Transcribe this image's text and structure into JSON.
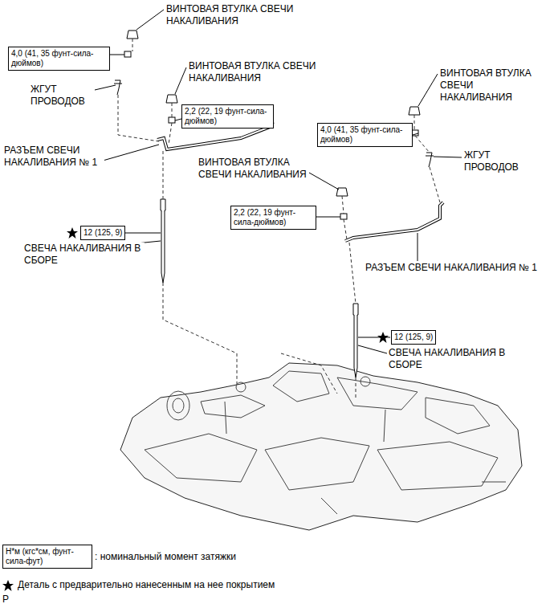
{
  "diagram": {
    "nodes": [
      {
        "text": [
          "4,0 (41, 35 фунт-сила-дюймов)"
        ]
      },
      {
        "text": [
          "2,2 (22, 19 фунт-сила-дюймов)"
        ]
      },
      {
        "text": [
          "4,0 (41, 35 фунт-сила-дюймов)"
        ]
      },
      {
        "text": [
          "2,2 (22, 19 фунт-сила-дюймов)"
        ]
      },
      {
        "text": [
          "12 (125, 9)"
        ]
      },
      {
        "text": [
          "12 (125, 9)"
        ]
      },
      {
        "text": [
          "Н*м (кгс*см, фунт-сила-фут)"
        ]
      }
    ],
    "labels": [
      "ВИНТОВАЯ ВТУЛКА СВЕЧИ НАКАЛИВАНИЯ",
      "ЖГУТ ПРОВОДОВ",
      "ВИНТОВАЯ ВТУЛКА СВЕЧИ НАКАЛИВАНИЯ",
      "ВИНТОВАЯ ВТУЛКА СВЕЧИ НАКАЛИВАНИЯ",
      "РАЗЪЕМ СВЕЧИ НАКАЛИВАНИЯ № 1",
      "ЖГУТ ПРОВОДОВ",
      "ВИНТОВАЯ ВТУЛКА СВЕЧИ НАКАЛИВАНИЯ",
      "СВЕЧА НАКАЛИВАНИЯ В СБОРЕ",
      "РАЗЪЕМ СВЕЧИ НАКАЛИВАНИЯ № 1",
      "СВЕЧА НАКАЛИВАНИЯ В СБОРЕ",
      "P"
    ],
    "legend": [
      {
        "text": ": номинальный момент затяжки"
      },
      {
        "text": "Деталь с предварительно нанесенным на нее покрытием"
      }
    ]
  }
}
